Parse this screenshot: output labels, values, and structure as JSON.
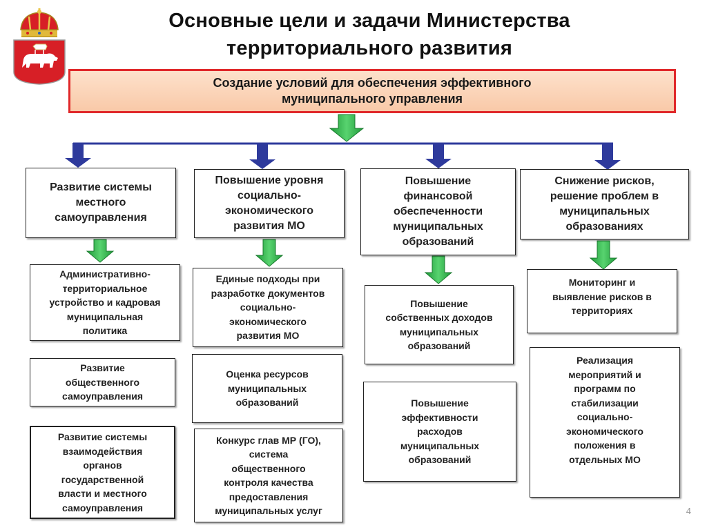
{
  "title": {
    "line1": "Основные цели и задачи Министерства",
    "line2": "территориального развития"
  },
  "goal": {
    "line1": "Создание условий для обеспечения эффективного",
    "line2": "муниципального управления"
  },
  "branches": [
    {
      "heading": [
        "Развитие системы",
        "местного",
        "самоуправления"
      ],
      "tasks": [
        [
          "Административно-",
          "территориальное",
          "устройство и кадровая",
          "муниципальная",
          "политика"
        ],
        [
          "Развитие",
          "общественного",
          "самоуправления"
        ],
        [
          "Развитие системы",
          "взаимодействия",
          "органов",
          "государственной",
          "власти и местного",
          "самоуправления"
        ]
      ]
    },
    {
      "heading": [
        "Повышение уровня",
        "социально-",
        "экономического",
        "развития  МО"
      ],
      "tasks": [
        [
          "Единые подходы при",
          "разработке документов",
          "социально-",
          "экономического",
          "развития МО"
        ],
        [
          "Оценка ресурсов",
          "муниципальных",
          "образований"
        ],
        [
          "Конкурс глав МР (ГО),",
          "система",
          "общественного",
          "контроля качества",
          "предоставления",
          "муниципальных услуг"
        ]
      ]
    },
    {
      "heading": [
        "Повышение",
        "финансовой",
        "обеспеченности",
        "муниципальных",
        "образований"
      ],
      "tasks": [
        [
          "Повышение",
          "собственных доходов",
          "муниципальных",
          "образований"
        ],
        [
          "Повышение",
          "эффективности",
          "расходов",
          "муниципальных",
          "образований"
        ]
      ]
    },
    {
      "heading": [
        "Снижение рисков,",
        "решение проблем в",
        "муниципальных",
        "образованиях"
      ],
      "tasks": [
        [
          "Мониторинг и",
          "выявление рисков в",
          "территориях"
        ],
        [
          "Реализация",
          "мероприятий  и",
          "программ по",
          "стабилизации",
          "социально-",
          "экономического",
          "положения в",
          "отдельных МО"
        ]
      ]
    }
  ],
  "page_number": "4",
  "colors": {
    "goal_border": "#e0282a",
    "goal_fill": "#fbd4b6",
    "green_arrow": "#2db34a",
    "blue_arrow": "#2e3a9c",
    "coat_of_arms_red": "#d71f26"
  },
  "icons": {
    "emblem": "perm-krai-coat-of-arms"
  }
}
